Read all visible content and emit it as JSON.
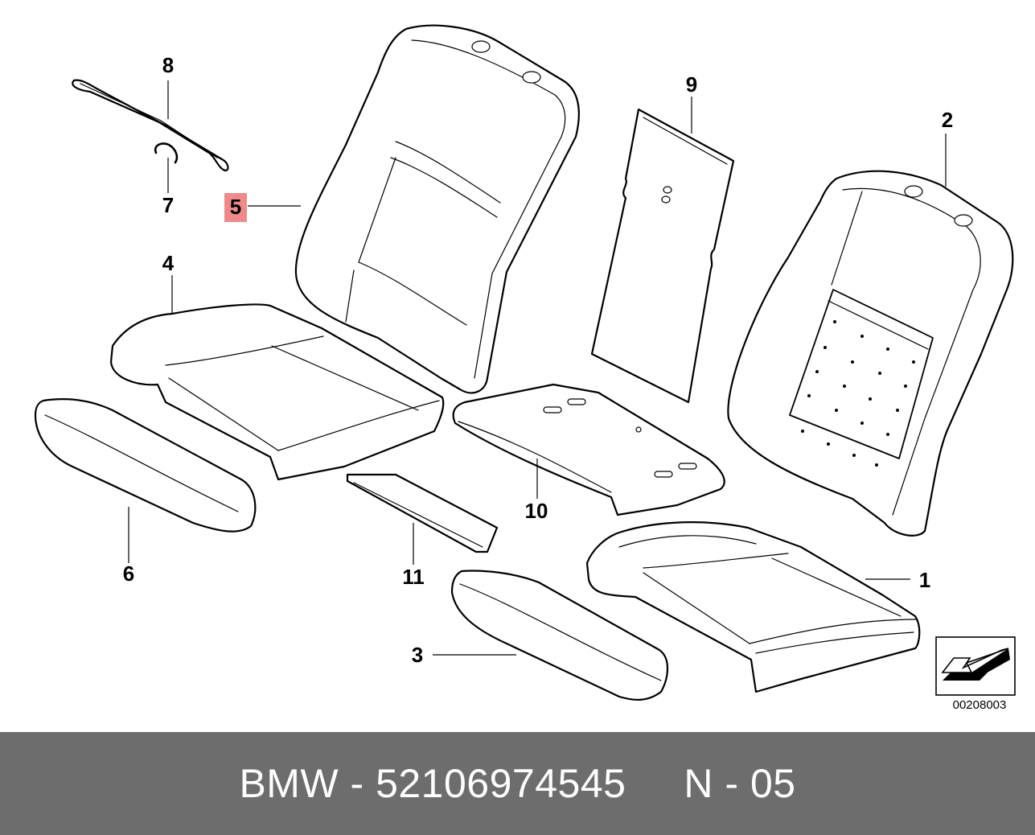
{
  "callouts": {
    "c1": "1",
    "c2": "2",
    "c3": "3",
    "c4": "4",
    "c5": "5",
    "c6": "6",
    "c7": "7",
    "c8": "8",
    "c9": "9",
    "c10": "10",
    "c11": "11"
  },
  "highlight_color": "#f08a8a",
  "reference_code": "00208003",
  "footer": {
    "text": "BMW - 52106974545     N - 05",
    "background_color": "#6d6d6d"
  }
}
